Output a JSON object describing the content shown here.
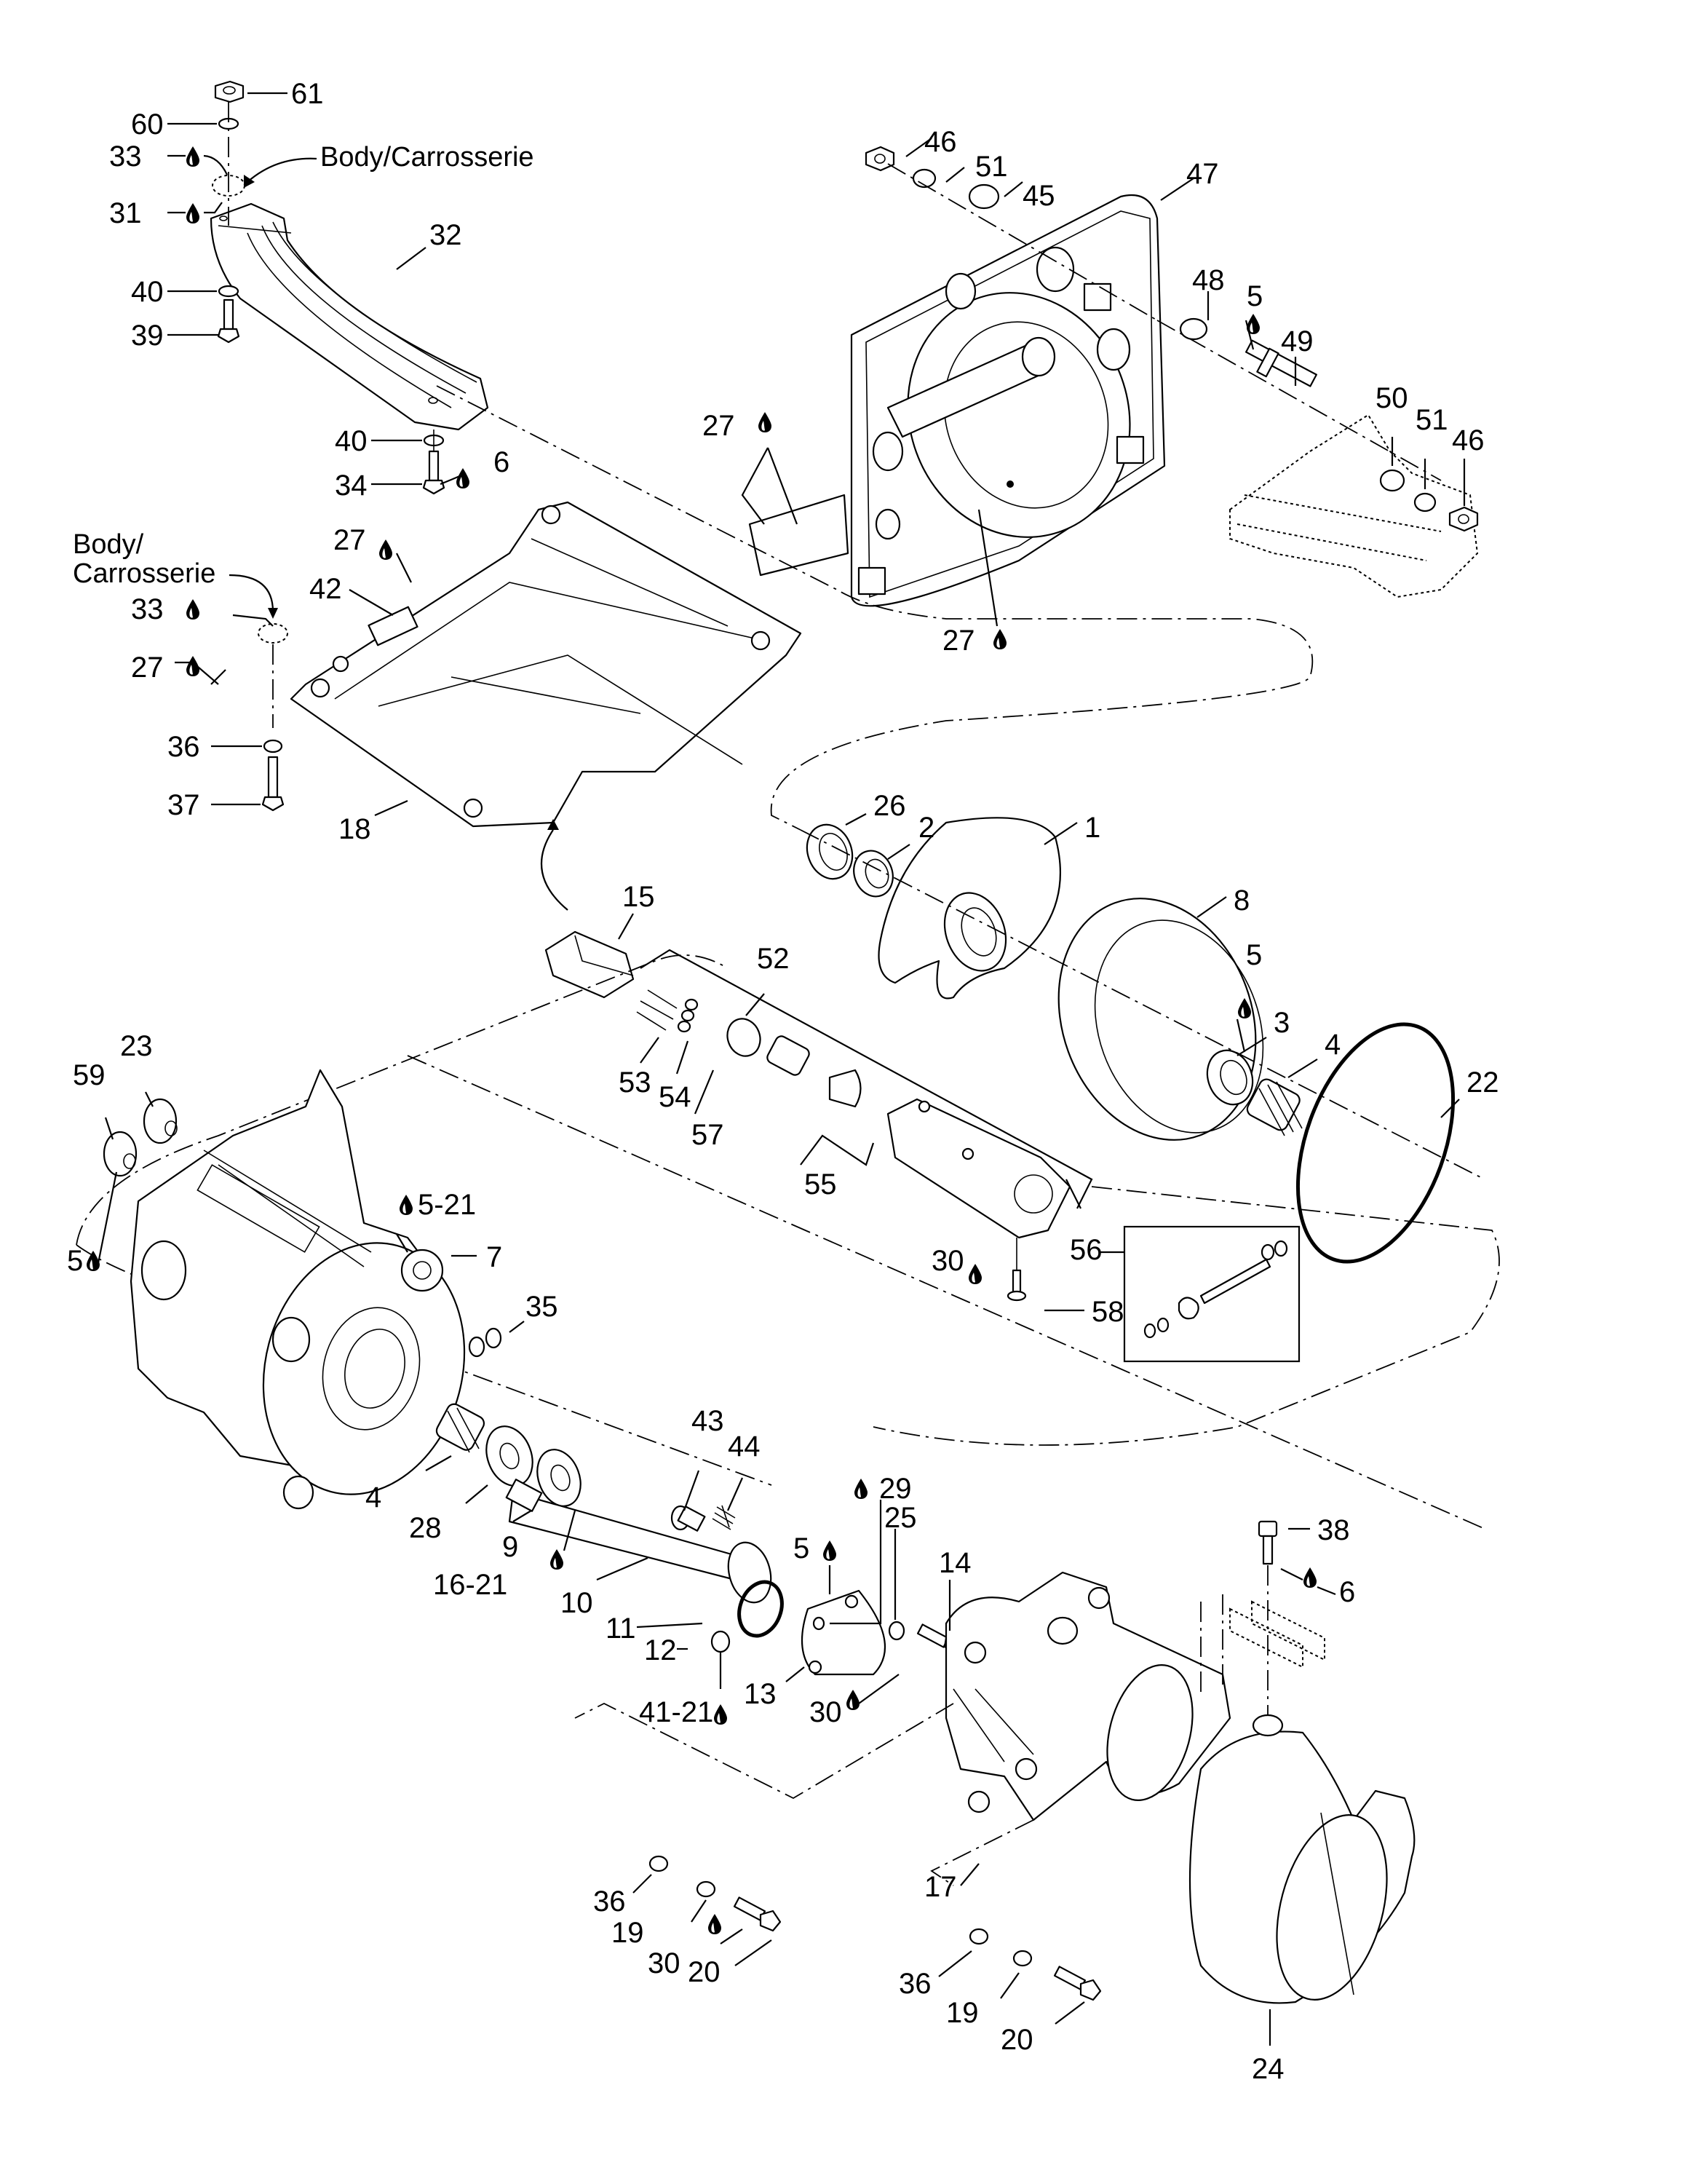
{
  "diagram": {
    "title": "Jet pump exploded parts view",
    "annotations": {
      "body_top": "Body/Carrosserie",
      "body_left_line1": "Body/",
      "body_left_line2": "Carrosserie"
    },
    "callouts": [
      {
        "id": "c61",
        "label": "61",
        "part": "nut"
      },
      {
        "id": "c60",
        "label": "60",
        "part": "washer"
      },
      {
        "id": "c33a",
        "label": "33",
        "part": "sealant",
        "lubricant": true
      },
      {
        "id": "c31",
        "label": "31",
        "part": "adhesive",
        "lubricant": true
      },
      {
        "id": "c32",
        "label": "32",
        "part": "support"
      },
      {
        "id": "c40a",
        "label": "40",
        "part": "washer"
      },
      {
        "id": "c39",
        "label": "39",
        "part": "screw"
      },
      {
        "id": "c40b",
        "label": "40",
        "part": "washer"
      },
      {
        "id": "c34",
        "label": "34",
        "part": "screw"
      },
      {
        "id": "c6a",
        "label": "6",
        "part": "threadlocker",
        "lubricant": true
      },
      {
        "id": "c27a",
        "label": "27",
        "part": "sealant",
        "lubricant": true
      },
      {
        "id": "c42",
        "label": "42",
        "part": "grille"
      },
      {
        "id": "c33b",
        "label": "33",
        "part": "sealant",
        "lubricant": true
      },
      {
        "id": "c27b",
        "label": "27",
        "part": "sealant",
        "lubricant": true
      },
      {
        "id": "c36a",
        "label": "36",
        "part": "washer"
      },
      {
        "id": "c37",
        "label": "37",
        "part": "screw"
      },
      {
        "id": "c18",
        "label": "18",
        "part": "ride plate"
      },
      {
        "id": "c46a",
        "label": "46",
        "part": "nut"
      },
      {
        "id": "c51a",
        "label": "51",
        "part": "lock washer"
      },
      {
        "id": "c45",
        "label": "45",
        "part": "washer"
      },
      {
        "id": "c47",
        "label": "47",
        "part": "intake housing"
      },
      {
        "id": "c48",
        "label": "48",
        "part": "washer"
      },
      {
        "id": "c5a",
        "label": "5",
        "part": "lubricant",
        "lubricant": true
      },
      {
        "id": "c49",
        "label": "49",
        "part": "stud"
      },
      {
        "id": "c50",
        "label": "50",
        "part": "washer"
      },
      {
        "id": "c51b",
        "label": "51",
        "part": "lock washer"
      },
      {
        "id": "c46b",
        "label": "46",
        "part": "nut"
      },
      {
        "id": "c27c",
        "label": "27",
        "part": "sealant",
        "lubricant": true
      },
      {
        "id": "c27d",
        "label": "27",
        "part": "sealant",
        "lubricant": true
      },
      {
        "id": "c26",
        "label": "26",
        "part": "seal"
      },
      {
        "id": "c2",
        "label": "2",
        "part": "seal"
      },
      {
        "id": "c1",
        "label": "1",
        "part": "impeller"
      },
      {
        "id": "c8",
        "label": "8",
        "part": "wear ring"
      },
      {
        "id": "c15",
        "label": "15",
        "part": "connector"
      },
      {
        "id": "c52",
        "label": "52",
        "part": "sensor kit"
      },
      {
        "id": "c5b",
        "label": "5",
        "part": "lubricant",
        "lubricant": true
      },
      {
        "id": "c3",
        "label": "3",
        "part": "seal"
      },
      {
        "id": "c4a",
        "label": "4",
        "part": "needle bearing"
      },
      {
        "id": "c22",
        "label": "22",
        "part": "o-ring"
      },
      {
        "id": "c53",
        "label": "53",
        "part": "terminal"
      },
      {
        "id": "c54",
        "label": "54",
        "part": "seal"
      },
      {
        "id": "c57",
        "label": "57",
        "part": "nut"
      },
      {
        "id": "c55",
        "label": "55",
        "part": "fitting"
      },
      {
        "id": "c56",
        "label": "56",
        "part": "sensor"
      },
      {
        "id": "c30a",
        "label": "30",
        "part": "threadlocker",
        "lubricant": true
      },
      {
        "id": "c58",
        "label": "58",
        "part": "screw"
      },
      {
        "id": "c23",
        "label": "23",
        "part": "bushing"
      },
      {
        "id": "c59",
        "label": "59",
        "part": "bushing"
      },
      {
        "id": "c5_21",
        "label": "5-21",
        "part": "lubricant",
        "lubricant": true
      },
      {
        "id": "c7",
        "label": "7",
        "part": "pump housing"
      },
      {
        "id": "c5c",
        "label": "5",
        "part": "lubricant",
        "lubricant": true
      },
      {
        "id": "c35",
        "label": "35",
        "part": "o-ring"
      },
      {
        "id": "c4b",
        "label": "4",
        "part": "needle bearing"
      },
      {
        "id": "c28",
        "label": "28",
        "part": "thrust washer"
      },
      {
        "id": "c9",
        "label": "9",
        "part": "bearing"
      },
      {
        "id": "c16_21",
        "label": "16-21",
        "part": "lubricant",
        "lubricant": true
      },
      {
        "id": "c10",
        "label": "10",
        "part": "shaft"
      },
      {
        "id": "c43",
        "label": "43",
        "part": "plug"
      },
      {
        "id": "c44",
        "label": "44",
        "part": "spring"
      },
      {
        "id": "c29",
        "label": "29",
        "part": "sealant",
        "lubricant": true
      },
      {
        "id": "c5d",
        "label": "5",
        "part": "lubricant",
        "lubricant": true
      },
      {
        "id": "c25",
        "label": "25",
        "part": "washer"
      },
      {
        "id": "c14",
        "label": "14",
        "part": "screw"
      },
      {
        "id": "c11",
        "label": "11",
        "part": "o-ring"
      },
      {
        "id": "c12",
        "label": "12",
        "part": "plug"
      },
      {
        "id": "c13",
        "label": "13",
        "part": "cover"
      },
      {
        "id": "c30b",
        "label": "30",
        "part": "threadlocker",
        "lubricant": true
      },
      {
        "id": "c41_21",
        "label": "41-21",
        "part": "lubricant",
        "lubricant": true
      },
      {
        "id": "c38",
        "label": "38",
        "part": "screw"
      },
      {
        "id": "c6b",
        "label": "6",
        "part": "threadlocker",
        "lubricant": true
      },
      {
        "id": "c17",
        "label": "17",
        "part": "venturi"
      },
      {
        "id": "c36b",
        "label": "36",
        "part": "washer"
      },
      {
        "id": "c19a",
        "label": "19",
        "part": "lock washer"
      },
      {
        "id": "c30c",
        "label": "30",
        "part": "threadlocker",
        "lubricant": true
      },
      {
        "id": "c20a",
        "label": "20",
        "part": "screw"
      },
      {
        "id": "c36c",
        "label": "36",
        "part": "washer"
      },
      {
        "id": "c19b",
        "label": "19",
        "part": "lock washer"
      },
      {
        "id": "c20b",
        "label": "20",
        "part": "screw"
      },
      {
        "id": "c24",
        "label": "24",
        "part": "nozzle"
      }
    ]
  }
}
